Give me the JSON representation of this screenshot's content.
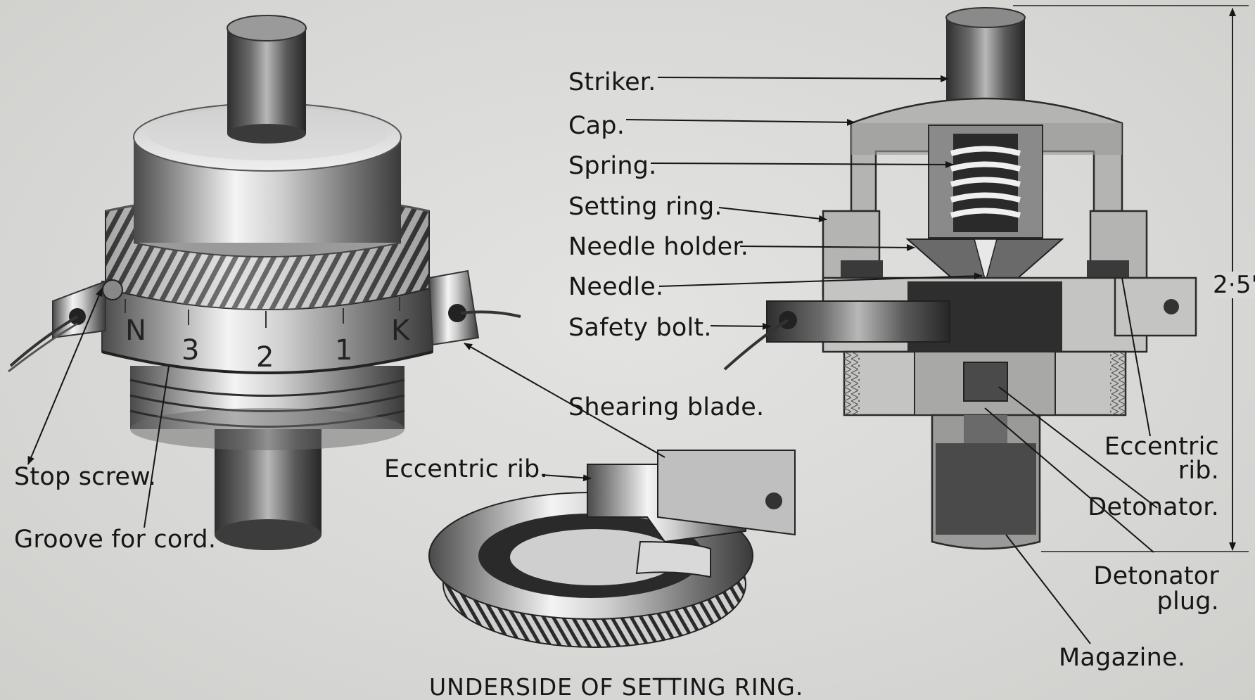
{
  "labels": {
    "striker": "Striker.",
    "cap": "Cap.",
    "spring": "Spring.",
    "setting_ring": "Setting ring.",
    "needle_holder": "Needle holder.",
    "needle": "Needle.",
    "safety_bolt": "Safety bolt.",
    "shearing_blade": "Shearing blade.",
    "eccentric_rib_left": "Eccentric rib.",
    "eccentric_rib_right_line1": "Eccentric",
    "eccentric_rib_right_line2": "rib.",
    "detonator": "Detonator.",
    "detonator_plug_line1": "Detonator",
    "detonator_plug_line2": "plug.",
    "magazine": "Magazine.",
    "stop_screw": "Stop screw.",
    "groove_for_cord": "Groove for cord.",
    "dimension": "2·5\"",
    "caption": "UNDERSIDE OF SETTING RING."
  },
  "dial_markings": [
    "N",
    "3",
    "2",
    "1",
    "K"
  ],
  "colors": {
    "paper": "#d9d9d7",
    "ink": "#161616",
    "metal_dark": "#3a3a3a",
    "metal_mid": "#8a8a8a",
    "metal_light": "#f2f2f2",
    "section_fill": "#b4b4b2"
  }
}
